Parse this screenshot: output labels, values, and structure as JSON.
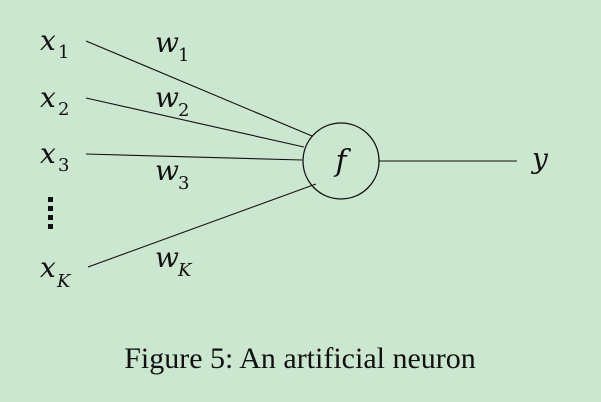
{
  "diagram": {
    "inputs": [
      {
        "symbol": "x",
        "subscript": "1"
      },
      {
        "symbol": "x",
        "subscript": "2"
      },
      {
        "symbol": "x",
        "subscript": "3"
      },
      {
        "symbol": "x",
        "subscript": "K"
      }
    ],
    "weights": [
      {
        "symbol": "w",
        "subscript": "1"
      },
      {
        "symbol": "w",
        "subscript": "2"
      },
      {
        "symbol": "w",
        "subscript": "3"
      },
      {
        "symbol": "w",
        "subscript": "K"
      }
    ],
    "node_label": "f",
    "output_label": "y",
    "ellipsis": "⋮"
  },
  "caption": {
    "text": "Figure 5: An artificial neuron"
  },
  "colors": {
    "background": "#cce7d0",
    "ink": "#111111"
  }
}
